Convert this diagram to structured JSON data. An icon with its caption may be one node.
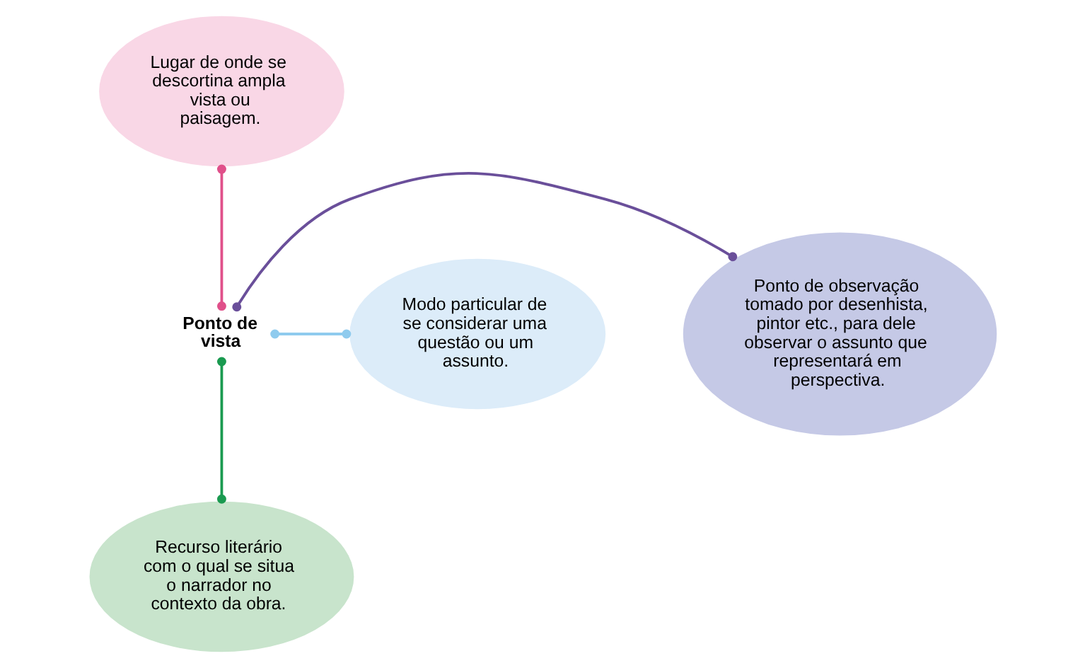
{
  "diagram": {
    "nodes": [
      {
        "text": [
          "Ponto de vista"
        ]
      },
      {
        "text": [
          "Lugar de onde se descortina ampla vista ou paisagem."
        ]
      },
      {
        "text": [
          "Ponto de observação tomado por desenhista, pintor etc., para dele observar o assunto que representará em perspectiva."
        ]
      },
      {
        "text": [
          "Modo particular de se considerar uma questão ou um assunto."
        ]
      },
      {
        "text": [
          "Recurso literário com o qual se situa o narrador no contexto da obra."
        ]
      }
    ],
    "edges": [
      {
        "from": 0,
        "to": 1,
        "arrow": "other",
        "color": "#e0508a"
      },
      {
        "from": 0,
        "to": 2,
        "arrow": "other",
        "color": "#6a4f9a"
      },
      {
        "from": 0,
        "to": 3,
        "arrow": "other",
        "color": "#8fcbee"
      },
      {
        "from": 0,
        "to": 4,
        "arrow": "other",
        "color": "#1a9a50"
      }
    ]
  }
}
